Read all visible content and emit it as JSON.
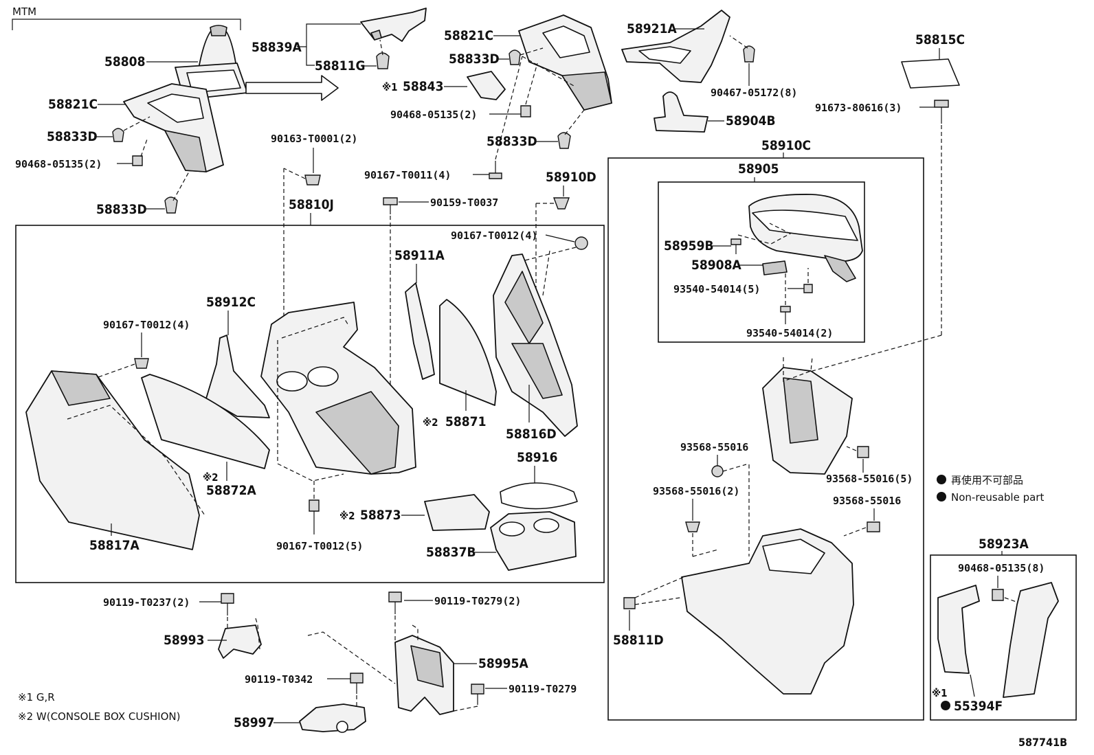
{
  "mtm_label": "MTM",
  "diagram_id": "587741B",
  "notes": [
    "※1 G,R",
    "※2 W(CONSOLE BOX CUSHION)"
  ],
  "legend": {
    "jp": "再使用不可部品",
    "en": "Non-reusable part"
  },
  "parts": {
    "p58808": "58808",
    "p58821C_left": "58821C",
    "p58833D_a": "58833D",
    "p90468_a": "90468-05135(2)",
    "p58833D_b": "58833D",
    "p58839A": "58839A",
    "p58811G": "58811G",
    "p58821C_top": "58821C",
    "p58833D_c": "58833D",
    "mark1_58843": "※1",
    "p58843": "58843",
    "p90468_b": "90468-05135(2)",
    "p58833D_d": "58833D",
    "p90167_T0011": "90167-T0011(4)",
    "p90163": "90163-T0001(2)",
    "p90159": "90159-T0037",
    "p58910D": "58910D",
    "p58921A": "58921A",
    "p90467": "90467-05172(8)",
    "p58904B": "58904B",
    "p58815C": "58815C",
    "p91673": "91673-80616(3)",
    "p58810J": "58810J",
    "p90167_T0012_top": "90167-T0012(4)",
    "p58911A": "58911A",
    "p58912C": "58912C",
    "p90167_T0012_left": "90167-T0012(4)",
    "mark2_58871": "※2",
    "p58871": "58871",
    "p58816D": "58816D",
    "p58916": "58916",
    "mark2_58872A": "※2",
    "p58872A": "58872A",
    "mark2_58873": "※2",
    "p58873": "58873",
    "p58837B": "58837B",
    "p58817A": "58817A",
    "p90167_T0012_bottom": "90167-T0012(5)",
    "p58910C": "58910C",
    "p58905": "58905",
    "p58959B": "58959B",
    "p58908A": "58908A",
    "p93540_5": "93540-54014(5)",
    "p93540_2": "93540-54014(2)",
    "p93568_a": "93568-55016",
    "p93568_5": "93568-55016(5)",
    "p93568_2": "93568-55016(2)",
    "p93568_b": "93568-55016",
    "p58811D": "58811D",
    "p58923A": "58923A",
    "p90468_c": "90468-05135(8)",
    "mark1_55394F": "※1",
    "p55394F": "55394F",
    "p90119_T0237": "90119-T0237(2)",
    "p58993": "58993",
    "p90119_T0279_2": "90119-T0279(2)",
    "p58995A": "58995A",
    "p90119_T0342": "90119-T0342",
    "p90119_T0279": "90119-T0279",
    "p58997": "58997"
  }
}
